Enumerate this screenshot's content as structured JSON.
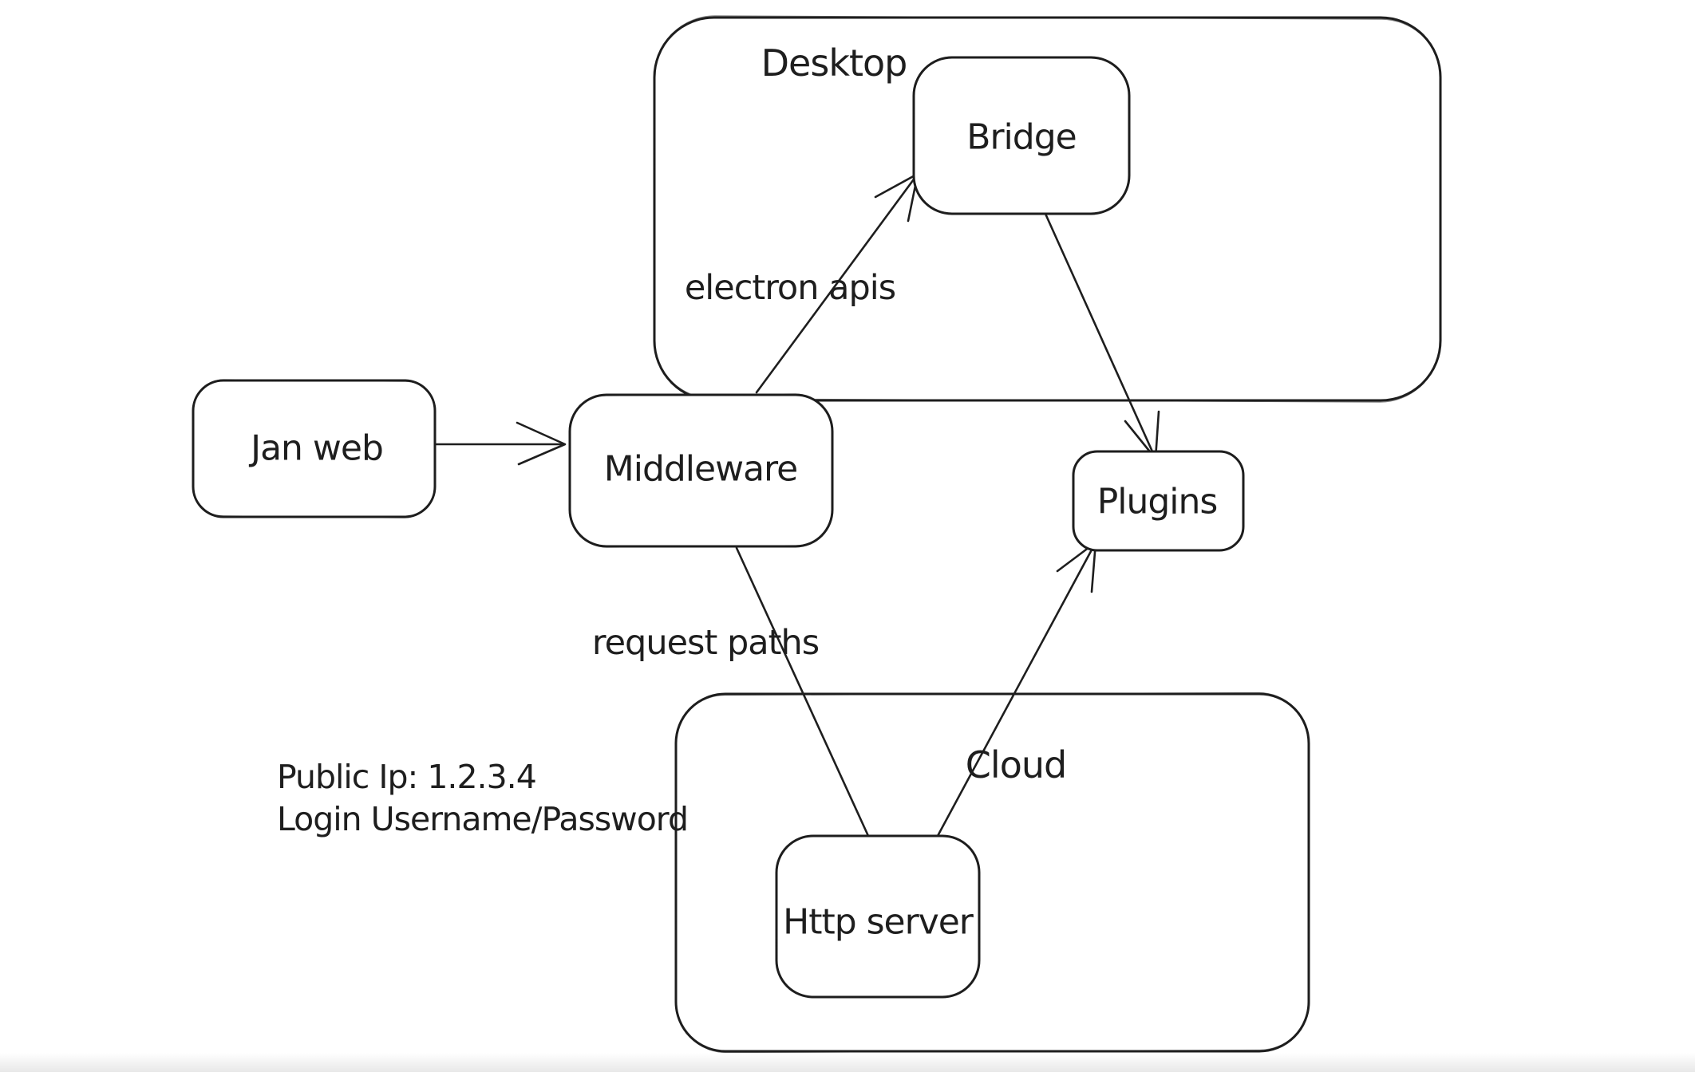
{
  "diagram": {
    "type": "hand-drawn-architecture-sketch",
    "colors": {
      "stroke": "#1e1e1e",
      "background": "#ffffff"
    },
    "containers": [
      {
        "id": "desktop",
        "label": "Desktop"
      },
      {
        "id": "cloud",
        "label": "Cloud"
      }
    ],
    "nodes": [
      {
        "id": "jan-web",
        "label": "Jan web"
      },
      {
        "id": "middleware",
        "label": "Middleware"
      },
      {
        "id": "bridge",
        "label": "Bridge"
      },
      {
        "id": "plugins",
        "label": "Plugins"
      },
      {
        "id": "http-server",
        "label": "Http server"
      }
    ],
    "edges": [
      {
        "from": "jan-web",
        "to": "middleware",
        "label": "",
        "arrowhead": true
      },
      {
        "from": "middleware",
        "to": "bridge",
        "label": "electron apis",
        "arrowhead": true
      },
      {
        "from": "bridge",
        "to": "plugins",
        "label": "",
        "arrowhead": true
      },
      {
        "from": "middleware",
        "to": "http-server",
        "label": "request paths",
        "arrowhead": false
      },
      {
        "from": "http-server",
        "to": "plugins",
        "label": "",
        "arrowhead": true
      }
    ],
    "annotations": [
      "Public Ip: 1.2.3.4",
      "Login Username/Password"
    ]
  }
}
